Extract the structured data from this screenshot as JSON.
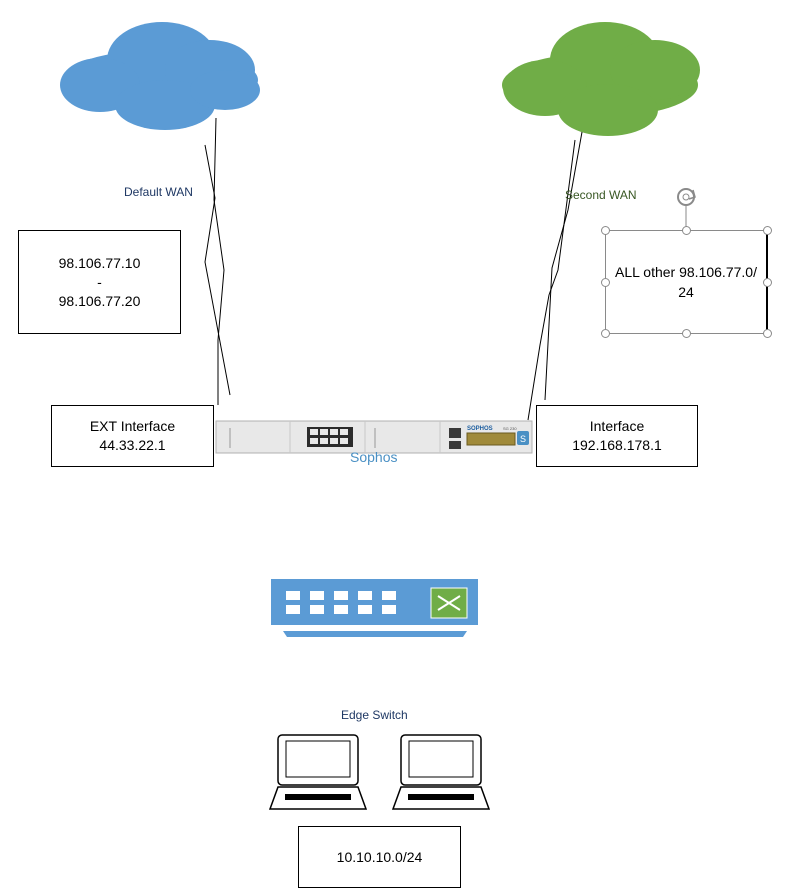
{
  "clouds": [
    {
      "name": "default-wan-cloud",
      "color": "#5b9bd5"
    },
    {
      "name": "second-wan-cloud",
      "color": "#70ad47"
    }
  ],
  "labels": {
    "default_wan": "Default WAN",
    "second_wan": "Second WAN",
    "sophos": "Sophos",
    "edge_switch": "Edge Switch"
  },
  "boxes": {
    "ip_range": {
      "line1": "98.106.77.10",
      "sep": "-",
      "line2": "98.106.77.20"
    },
    "ext_interface": {
      "line1": "EXT Interface",
      "line2": "44.33.22.1"
    },
    "interface": {
      "line1": "Interface",
      "line2": "192.168.178.1"
    },
    "all_other": {
      "text": "ALL other 98.106.77.0/ 24"
    },
    "lan": {
      "text": "10.10.10.0/24"
    }
  },
  "firewall": {
    "brand": "SOPHOS",
    "model": "SG 230"
  },
  "colors": {
    "switch": "#5b9bd5",
    "switch_icon": "#70ad47",
    "label_blue": "#1f3864",
    "label_green": "#385723",
    "sophos_text": "#4a90c4"
  }
}
